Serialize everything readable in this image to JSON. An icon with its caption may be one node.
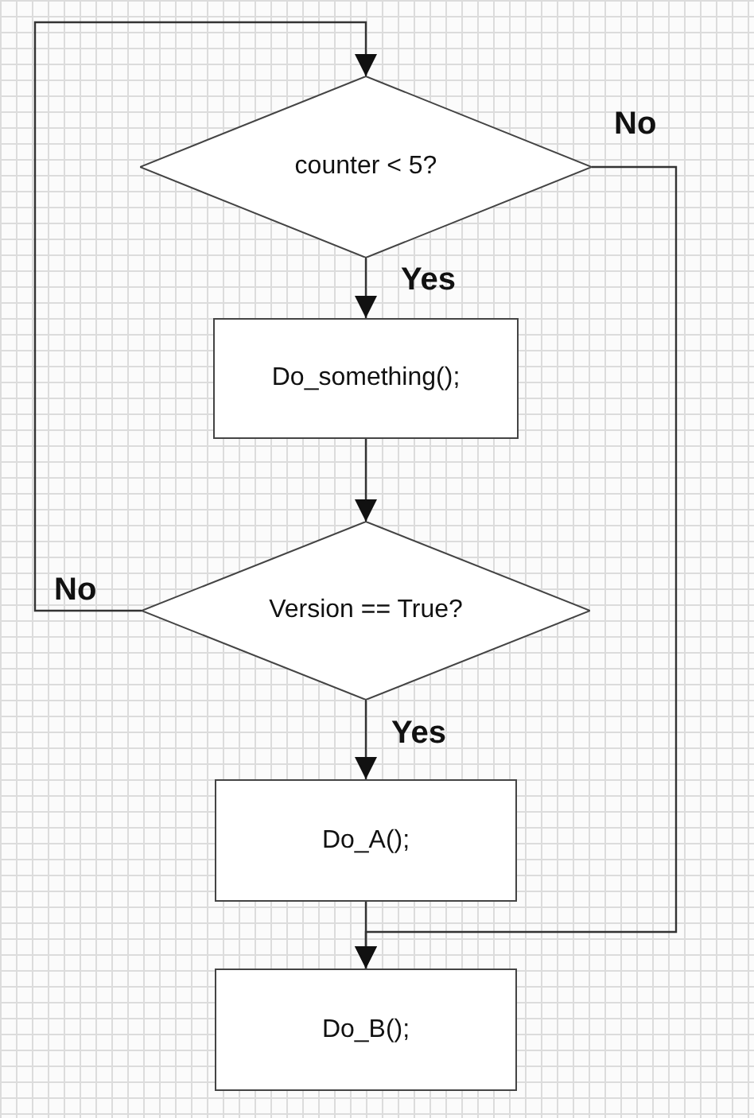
{
  "diagram": {
    "nodes": [
      {
        "text": [
          "counter < 5?"
        ]
      },
      {
        "text": [
          "Do_something();"
        ]
      },
      {
        "text": [
          "Version == True?"
        ]
      },
      {
        "text": [
          "Do_A();"
        ]
      },
      {
        "text": [
          "Do_B();"
        ]
      }
    ],
    "edges": [
      {
        "from": 0,
        "to": 1,
        "arrow": "to",
        "label": "Yes"
      },
      {
        "from": 1,
        "to": 2,
        "arrow": "to"
      },
      {
        "from": 2,
        "to": 3,
        "arrow": "to",
        "label": "Yes"
      },
      {
        "from": 2,
        "to": 0,
        "arrow": "to",
        "label": "No"
      },
      {
        "from": 0,
        "to": 4,
        "arrow": "to",
        "label": "No"
      },
      {
        "from": 3,
        "to": 4,
        "arrow": "to"
      }
    ]
  }
}
